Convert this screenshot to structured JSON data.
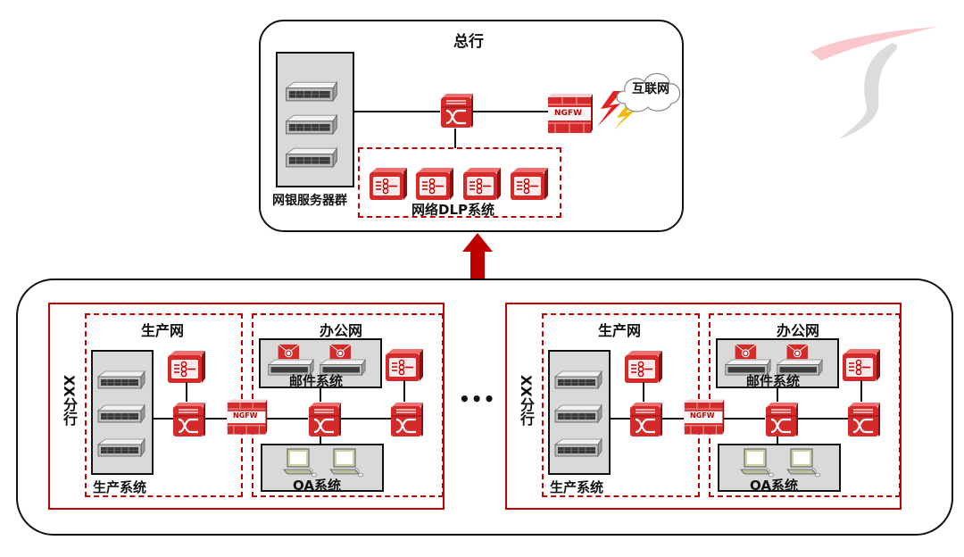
{
  "hq": {
    "title": "总行",
    "server_group_label": "网银服务器群",
    "dlp_label": "网络DLP系统",
    "internet_label": "互联网",
    "firewall_text": "NGFW",
    "dlp_count": 4,
    "server_count": 3
  },
  "branches": [
    {
      "name": "XX分行",
      "production_net_label": "生产网",
      "office_net_label": "办公网",
      "production_system_label": "生产系统",
      "mail_system_label": "邮件系统",
      "oa_system_label": "OA系统",
      "firewall_text": "NGFW"
    },
    {
      "name": "XX分行",
      "production_net_label": "生产网",
      "office_net_label": "办公网",
      "production_system_label": "生产系统",
      "mail_system_label": "邮件系统",
      "oa_system_label": "OA系统",
      "firewall_text": "NGFW"
    }
  ],
  "ellipsis": "•••",
  "colors": {
    "accent": "#c00000",
    "device_red": "#d42a2a",
    "panel_gray": "#d9d9d9",
    "line": "#111111"
  }
}
